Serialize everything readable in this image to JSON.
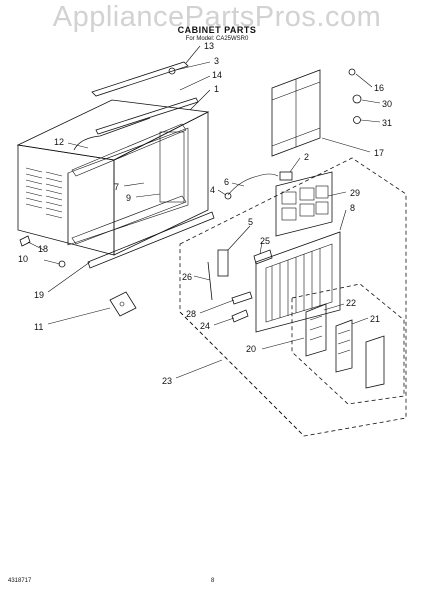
{
  "header": {
    "watermark": "AppliancePartsPros.com",
    "title": "CABINET PARTS",
    "for_models": "For Model: CA25WSR0"
  },
  "footer": {
    "doc_code": "4318717",
    "page_number": "8"
  },
  "callouts": {
    "c1": "1",
    "c2": "2",
    "c3": "3",
    "c4": "4",
    "c5": "5",
    "c6": "6",
    "c7": "7",
    "c8": "8",
    "c9": "9",
    "c10": "10",
    "c11": "11",
    "c12": "12",
    "c13": "13",
    "c14": "14",
    "c16": "16",
    "c17": "17",
    "c18": "18",
    "c19": "19",
    "c20": "20",
    "c21": "21",
    "c22": "22",
    "c23": "23",
    "c24": "24",
    "c25": "25",
    "c26": "26",
    "c28": "28",
    "c29": "29",
    "c30": "30",
    "c31": "31"
  }
}
